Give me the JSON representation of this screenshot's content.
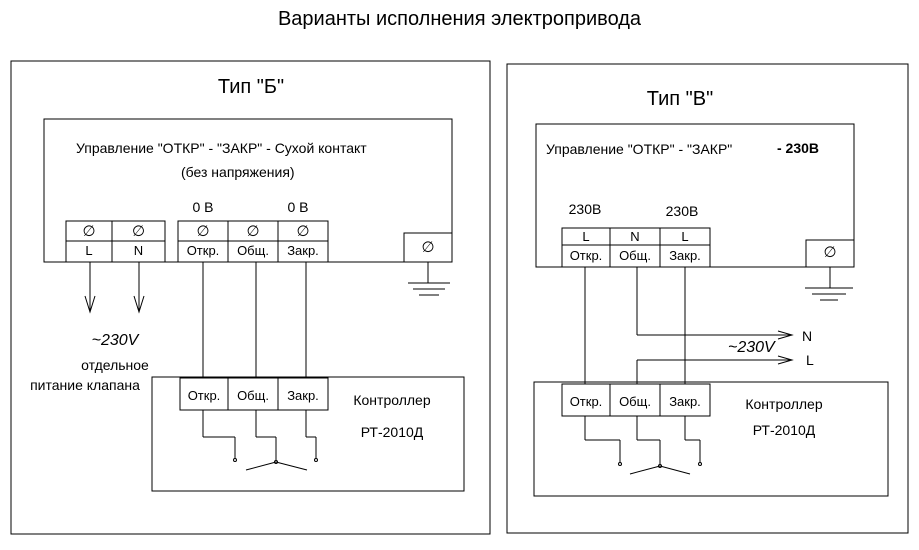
{
  "title": "Варианты исполнения электропривода",
  "panel_b": {
    "heading": "Тип \"Б\"",
    "control_line1": "Управление \"ОТКР\"  - \"ЗАКР\"   - Сухой контакт",
    "control_line2": "(без напряжения)",
    "zero_v": "0 В",
    "power_terminals": [
      {
        "symbol": "∅",
        "label": "L"
      },
      {
        "symbol": "∅",
        "label": "N"
      }
    ],
    "control_terminals": [
      {
        "symbol": "∅",
        "label": "Откр."
      },
      {
        "symbol": "∅",
        "label": "Общ."
      },
      {
        "symbol": "∅",
        "label": "Закр."
      }
    ],
    "ground_symbol": "∅",
    "supply_voltage": "~230V",
    "supply_note_line1": "отдельное",
    "supply_note_line2": "питание клапана",
    "controller_terminals": [
      "Откр.",
      "Общ.",
      "Закр."
    ],
    "controller_line1": "Контроллер",
    "controller_line2": "РТ-2010Д"
  },
  "panel_v": {
    "heading": "Тип \"В\"",
    "control_line1": "Управление \"ОТКР\"  - \"ЗАКР\"",
    "control_suffix": "- 230В",
    "voltage_label": "230В",
    "terminals": [
      {
        "top": "L",
        "bottom": "Откр."
      },
      {
        "top": "N",
        "bottom": "Общ."
      },
      {
        "top": "L",
        "bottom": "Закр."
      }
    ],
    "ground_symbol": "∅",
    "supply_voltage": "~230V",
    "n_label": "N",
    "l_label": "L",
    "controller_terminals": [
      "Откр.",
      "Общ.",
      "Закр."
    ],
    "controller_line1": "Контроллер",
    "controller_line2": "РТ-2010Д"
  }
}
